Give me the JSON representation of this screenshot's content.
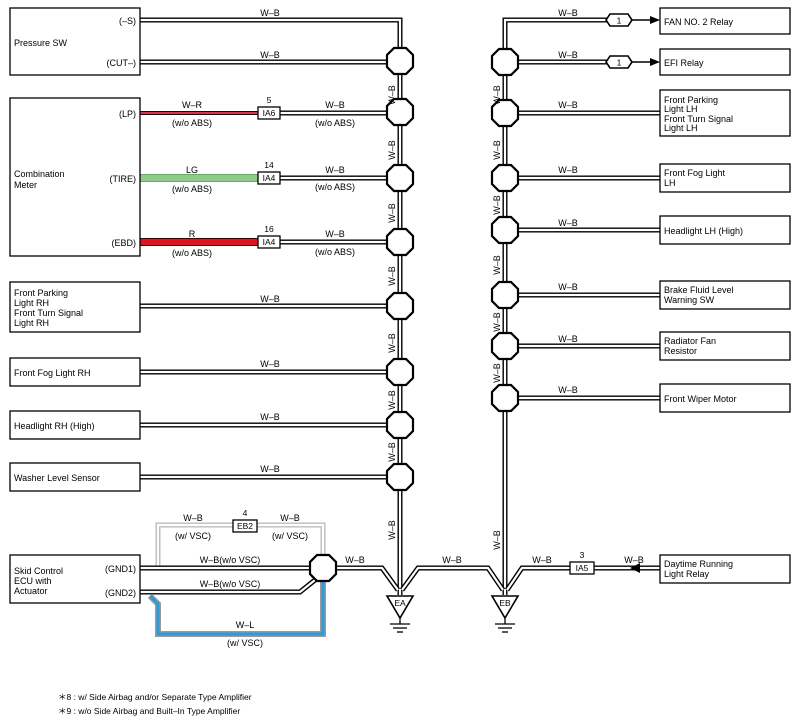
{
  "left_components": {
    "pressure_sw": {
      "label": "Pressure SW",
      "pins": [
        "(–S)",
        "(CUT–)"
      ]
    },
    "combination_meter": {
      "label_lines": [
        "Combination",
        "Meter"
      ],
      "pins": [
        "(LP)",
        "(TIRE)",
        "(EBD)"
      ]
    },
    "front_parking_rh": {
      "label_lines": [
        "Front Parking",
        "Light RH",
        "Front Turn Signal",
        "Light RH"
      ]
    },
    "front_fog_rh": {
      "label": "Front Fog Light RH"
    },
    "headlight_rh": {
      "label": "Headlight RH (High)"
    },
    "washer_sensor": {
      "label": "Washer Level Sensor"
    },
    "skid_control": {
      "label_lines": [
        "Skid Control",
        "ECU with",
        "Actuator"
      ],
      "pins": [
        "(GND1)",
        "(GND2)"
      ]
    }
  },
  "right_components": {
    "fan2_relay": {
      "label": "FAN NO. 2 Relay"
    },
    "efi_relay": {
      "label": "EFI Relay"
    },
    "front_parking_lh": {
      "label_lines": [
        "Front Parking",
        "Light LH",
        "Front Turn Signal",
        "Light LH"
      ]
    },
    "front_fog_lh": {
      "label_lines": [
        "Front Fog Light",
        "LH"
      ]
    },
    "headlight_lh": {
      "label": "Headlight LH (High)"
    },
    "brake_fluid": {
      "label_lines": [
        "Brake Fluid Level",
        "Warning SW"
      ]
    },
    "radiator_fan": {
      "label_lines": [
        "Radiator Fan",
        "Resistor"
      ]
    },
    "front_wiper": {
      "label": "Front Wiper Motor"
    },
    "daytime_relay": {
      "label_lines": [
        "Daytime Running",
        "Light Relay"
      ]
    }
  },
  "wires": {
    "wb": "W–B",
    "wr": "W–R",
    "lg": "LG",
    "r": "R",
    "wl": "W–L",
    "wb_wo_vsc": "W–B(w/o VSC)",
    "wo_abs": "(w/o ABS)",
    "w_vsc": "(w/ VSC)"
  },
  "connectors": {
    "ia6": {
      "code": "IA6",
      "pin": "5"
    },
    "ia4a": {
      "code": "IA4",
      "pin": "14"
    },
    "ia4b": {
      "code": "IA4",
      "pin": "16"
    },
    "eb2": {
      "code": "EB2",
      "pin": "4"
    },
    "ia5": {
      "code": "IA5",
      "pin": "3"
    },
    "fan_conn": {
      "pin": "1"
    },
    "efi_conn": {
      "pin": "1"
    }
  },
  "grounds": {
    "ea": "EA",
    "eb": "EB"
  },
  "footnotes": [
    "＊8 : w/ Side Airbag and/or Separate Type Amplifier",
    "＊9 : w/o Side Airbag and Built–In Type Amplifier"
  ],
  "colors": {
    "wire_wr": "#d9344a",
    "wire_lg": "#8fca8a",
    "wire_r": "#e0141e",
    "wire_wl": "#2b9bd9"
  }
}
